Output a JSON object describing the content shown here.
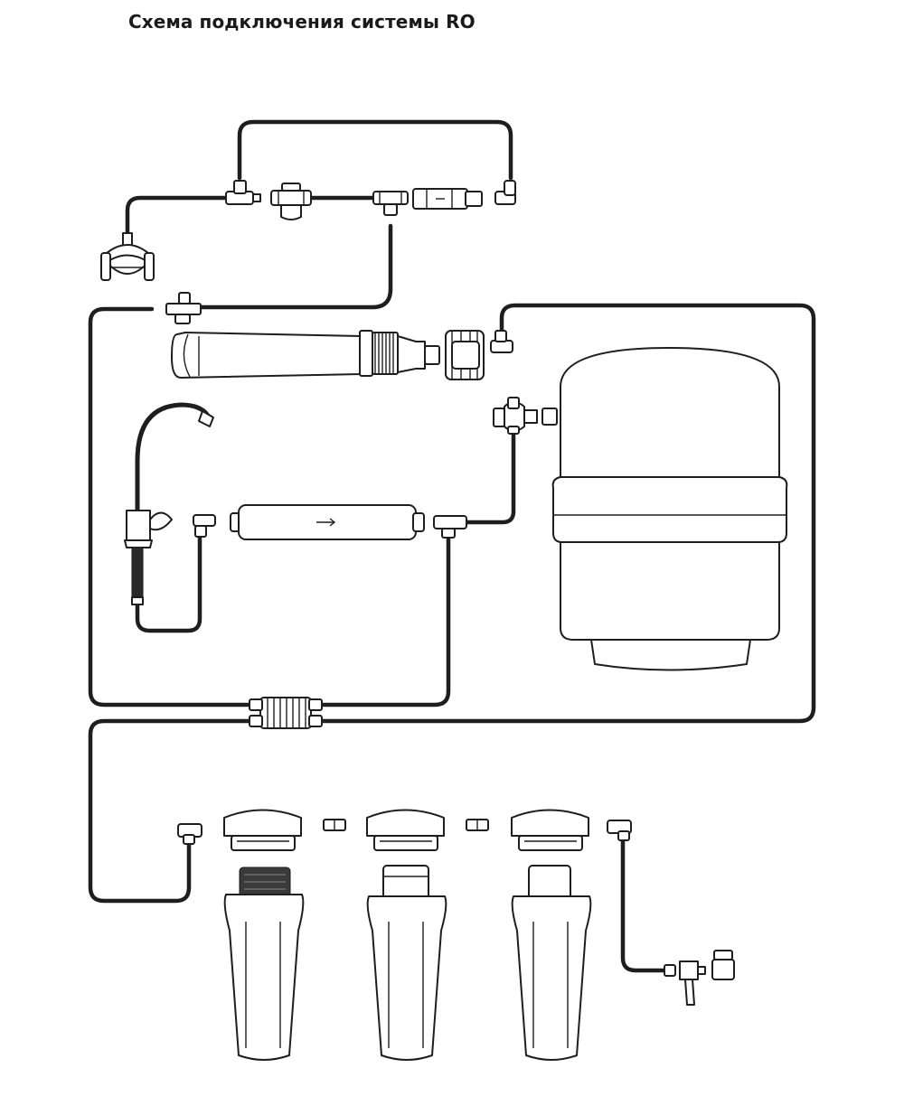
{
  "title": "Схема подключения системы RO",
  "components": [
    "feed-water-adapter",
    "ball-valve",
    "membrane-housing",
    "ro-membrane-cap",
    "faucet",
    "post-carbon-filter",
    "storage-tank",
    "tank-valve",
    "auto-shutoff-valve",
    "flow-restrictor",
    "sediment-filter-housing",
    "granular-carbon-filter-housing",
    "block-carbon-filter-housing",
    "drain-saddle"
  ]
}
